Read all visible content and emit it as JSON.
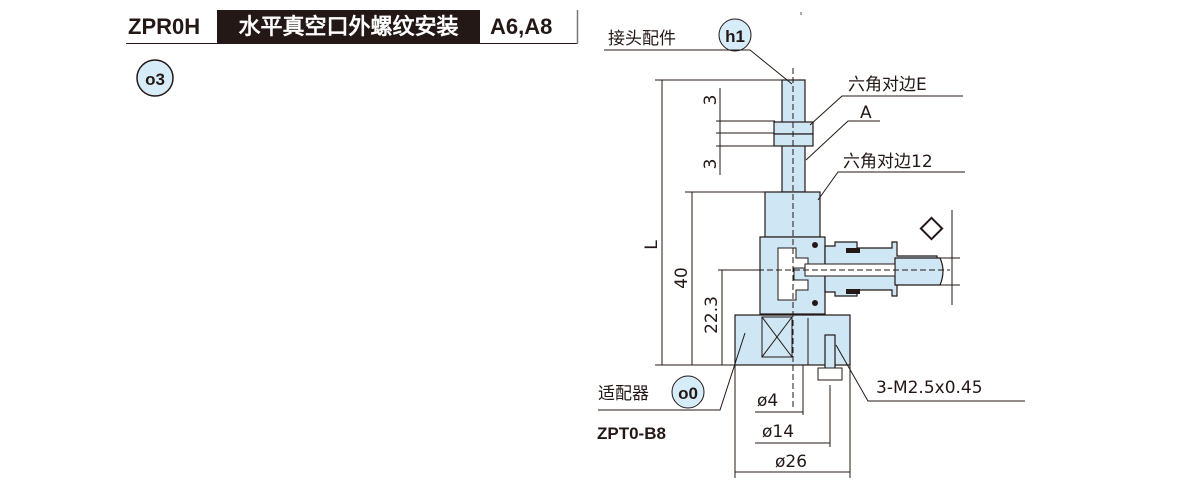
{
  "header": {
    "model": "ZPR0H",
    "title": "水平真空口外螺纹安装",
    "sizes": "A6,A8"
  },
  "badges": {
    "o3": "o3",
    "h1": "h1",
    "o0": "o0"
  },
  "labels": {
    "joint_part": "接头配件",
    "hex_e": "六角对边E",
    "a": "A",
    "hex_12": "六角对边12",
    "adapter": "适配器",
    "adapter_model": "ZPT0-B8",
    "screws": "3-M2.5x0.45"
  },
  "dimensions": {
    "L": "L",
    "d40": "40",
    "d22_3": "22.3",
    "d3_top": "3",
    "d3_bottom": "3",
    "phi4": "ø4",
    "phi14": "ø14",
    "phi26": "ø26"
  },
  "colors": {
    "part_fill": "#cfe6f5",
    "badge_fill": "#d6ecf8",
    "header_bg": "#231815"
  }
}
